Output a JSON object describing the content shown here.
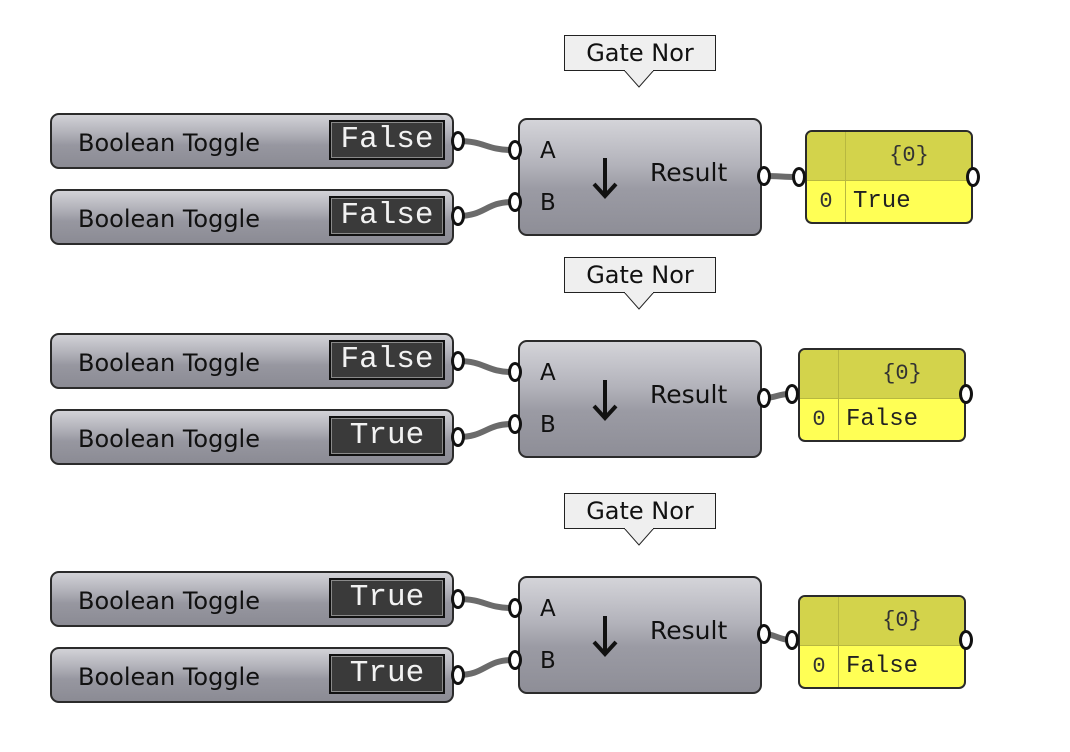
{
  "groups": [
    {
      "title": "Gate Nor",
      "toggles": [
        {
          "label": "Boolean Toggle",
          "value": "False"
        },
        {
          "label": "Boolean Toggle",
          "value": "False"
        }
      ],
      "component": {
        "input_a": "A",
        "input_b": "B",
        "output": "Result"
      },
      "panel": {
        "path": "{0}",
        "index": "0",
        "value": "True"
      }
    },
    {
      "title": "Gate Nor",
      "toggles": [
        {
          "label": "Boolean Toggle",
          "value": "False"
        },
        {
          "label": "Boolean Toggle",
          "value": "True"
        }
      ],
      "component": {
        "input_a": "A",
        "input_b": "B",
        "output": "Result"
      },
      "panel": {
        "path": "{0}",
        "index": "0",
        "value": "False"
      }
    },
    {
      "title": "Gate Nor",
      "toggles": [
        {
          "label": "Boolean Toggle",
          "value": "True"
        },
        {
          "label": "Boolean Toggle",
          "value": "True"
        }
      ],
      "component": {
        "input_a": "A",
        "input_b": "B",
        "output": "Result"
      },
      "panel": {
        "path": "{0}",
        "index": "0",
        "value": "False"
      }
    }
  ],
  "colors": {
    "panel_fill": "#ffff55",
    "panel_header": "#d3d34b",
    "wire": "#6b6b6b",
    "toggle_value_bg": "#3a3a3a"
  }
}
